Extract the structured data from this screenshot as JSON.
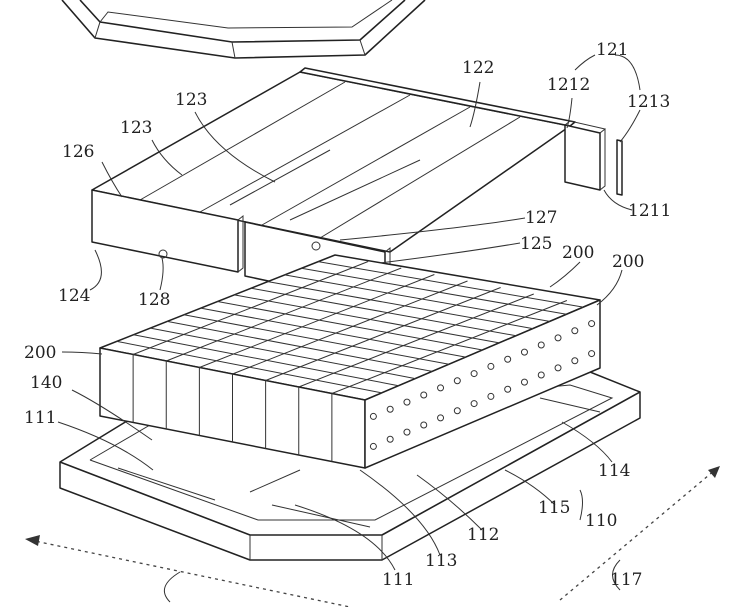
{
  "figure": {
    "labels": {
      "l121": "121",
      "l122": "122",
      "l1212": "1212",
      "l1213": "1213",
      "l123a": "123",
      "l123b": "123",
      "l126": "126",
      "l127": "127",
      "l1211": "1211",
      "l125": "125",
      "l200a": "200",
      "l200b": "200",
      "l124": "124",
      "l128": "128",
      "l200c": "200",
      "l140": "140",
      "l111a": "111",
      "l114": "114",
      "l115": "115",
      "l110": "110",
      "l112": "112",
      "l113": "113",
      "l111b": "111",
      "l117": "117"
    }
  }
}
